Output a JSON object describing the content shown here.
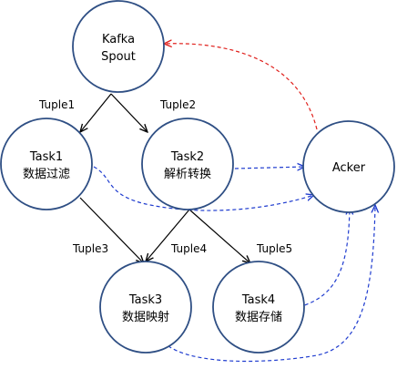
{
  "nodes": {
    "spout": {
      "line1": "Kafka",
      "line2": "Spout"
    },
    "task1": {
      "line1": "Task1",
      "line2": "数据过滤"
    },
    "task2": {
      "line1": "Task2",
      "line2": "解析转换"
    },
    "acker": {
      "line1": "Acker"
    },
    "task3": {
      "line1": "Task3",
      "line2": "数据映射"
    },
    "task4": {
      "line1": "Task4",
      "line2": "数据存储"
    }
  },
  "edges": {
    "tuple1": "Tuple1",
    "tuple2": "Tuple2",
    "tuple3": "Tuple3",
    "tuple4": "Tuple4",
    "tuple5": "Tuple5"
  },
  "colors": {
    "node_stroke": "#2f4f84",
    "data_flow": "#000000",
    "ack_flow": "#1f3ccf",
    "ack_to_spout": "#e0201c"
  }
}
